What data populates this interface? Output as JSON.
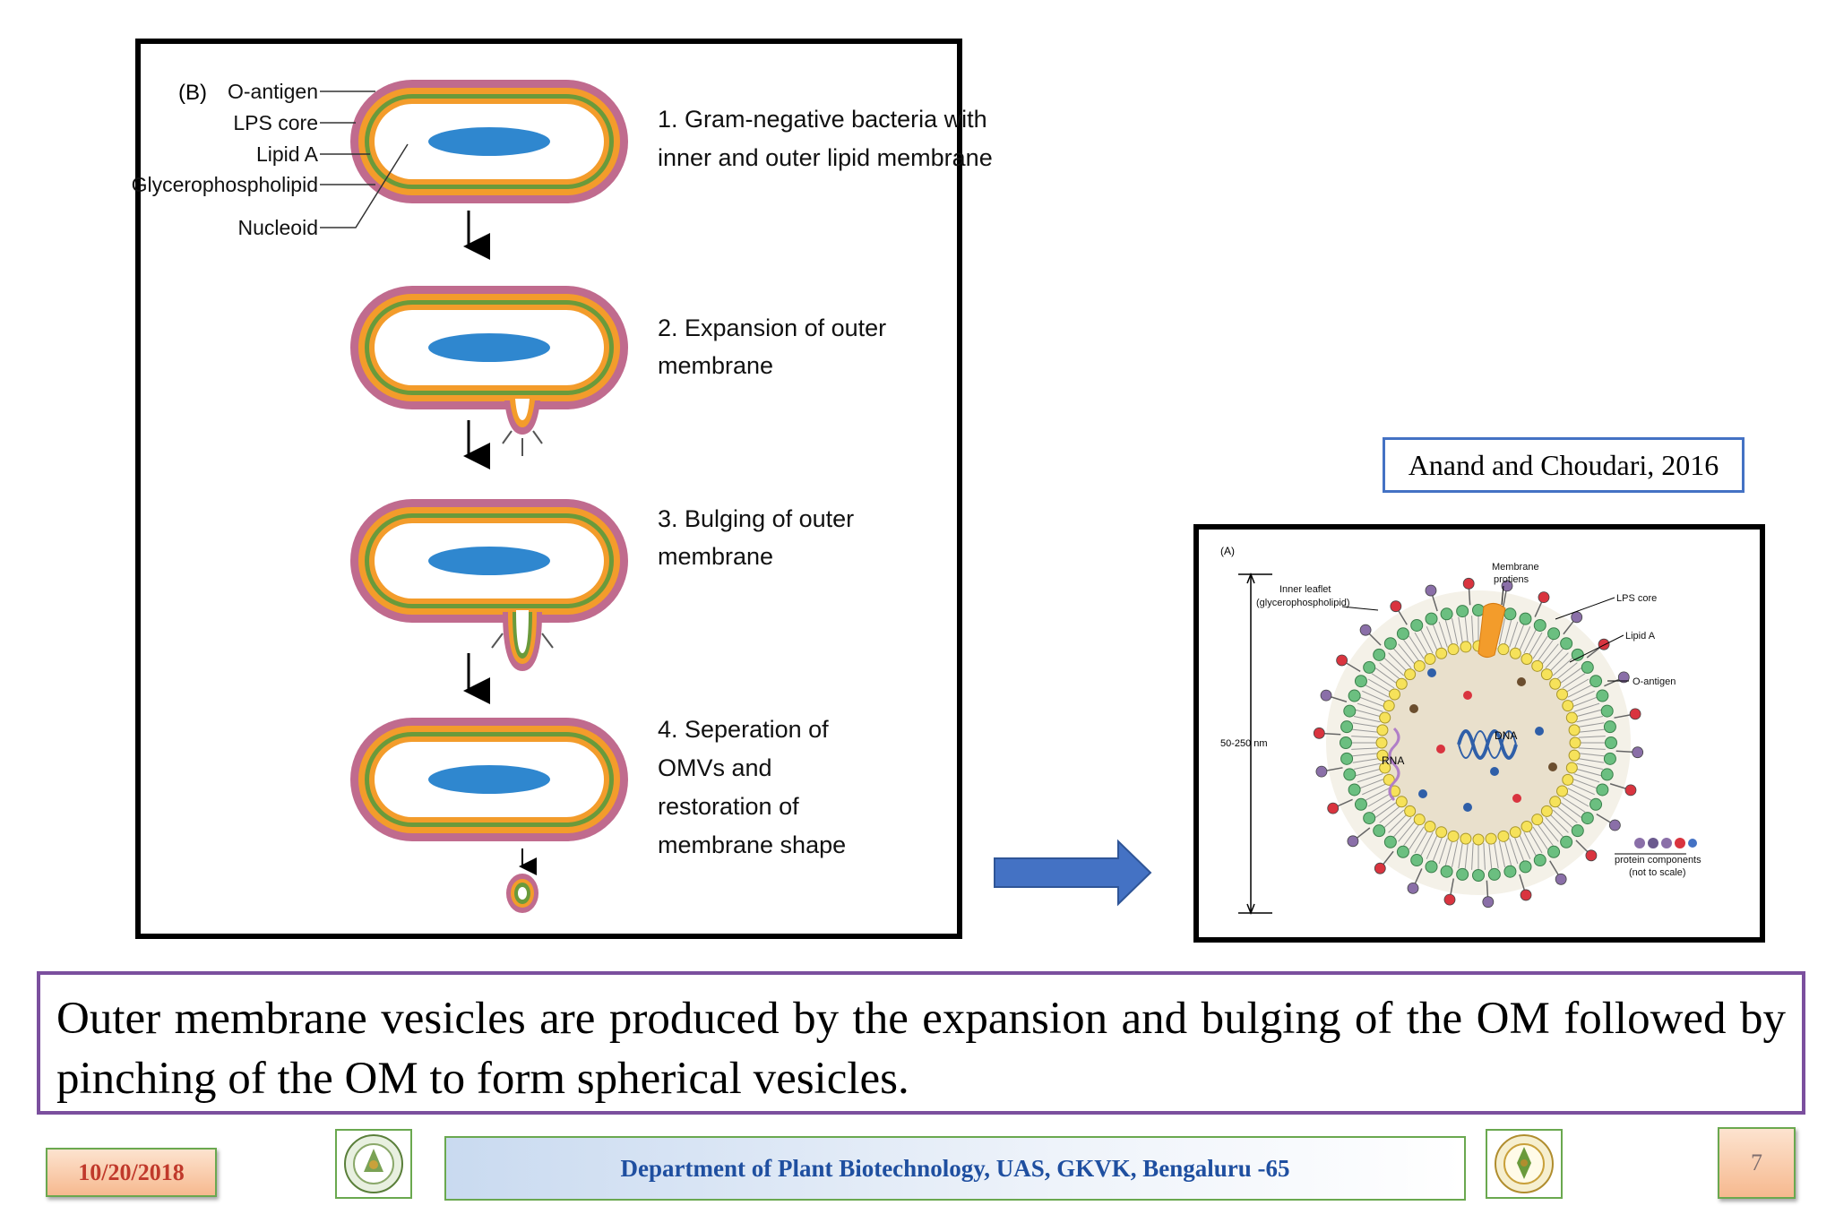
{
  "panel_b": {
    "tag": "(B)",
    "labels": {
      "o_antigen": "O-antigen",
      "lps_core": "LPS core",
      "lipid_a": "Lipid A",
      "glycerophospholipid": "Glycerophospholipid",
      "nucleoid": "Nucleoid"
    },
    "steps": [
      {
        "lines": [
          "1. Gram-negative bacteria with",
          "inner and outer lipid membrane"
        ]
      },
      {
        "lines": [
          "2. Expansion of outer",
          "membrane"
        ]
      },
      {
        "lines": [
          "3. Bulging of outer",
          "membrane"
        ]
      },
      {
        "lines": [
          "4. Seperation of",
          "OMVs and",
          "restoration of",
          "membrane shape"
        ]
      }
    ]
  },
  "panel_a": {
    "tag": "(A)",
    "labels": {
      "inner_leaflet_1": "Inner leaflet",
      "inner_leaflet_2": "(glycerophospholipid)",
      "membrane_proteins_1": "Membrane",
      "membrane_proteins_2": "protiens",
      "lps_core": "LPS core",
      "lipid_a": "Lipid A",
      "o_antigen": "O-antigen",
      "size": "50-250 nm",
      "rna": "RNA",
      "dna": "DNA",
      "protein_components_1": "protein components",
      "protein_components_2": "(not to scale)"
    }
  },
  "citation": "Anand and Choudari, 2016",
  "caption": "Outer membrane vesicles are produced by the expansion and bulging of the OM followed by pinching of the OM to form spherical vesicles.",
  "footer": {
    "date": "10/20/2018",
    "department": "Department of  Plant  Biotechnology, UAS, GKVK, Bengaluru -65",
    "page_number": "7"
  },
  "colors": {
    "outer": "#c06b8e",
    "orange": "#f39c2b",
    "green": "#6a9a3b",
    "nucleoid": "#2f87cf",
    "arrow": "#4472c4"
  }
}
